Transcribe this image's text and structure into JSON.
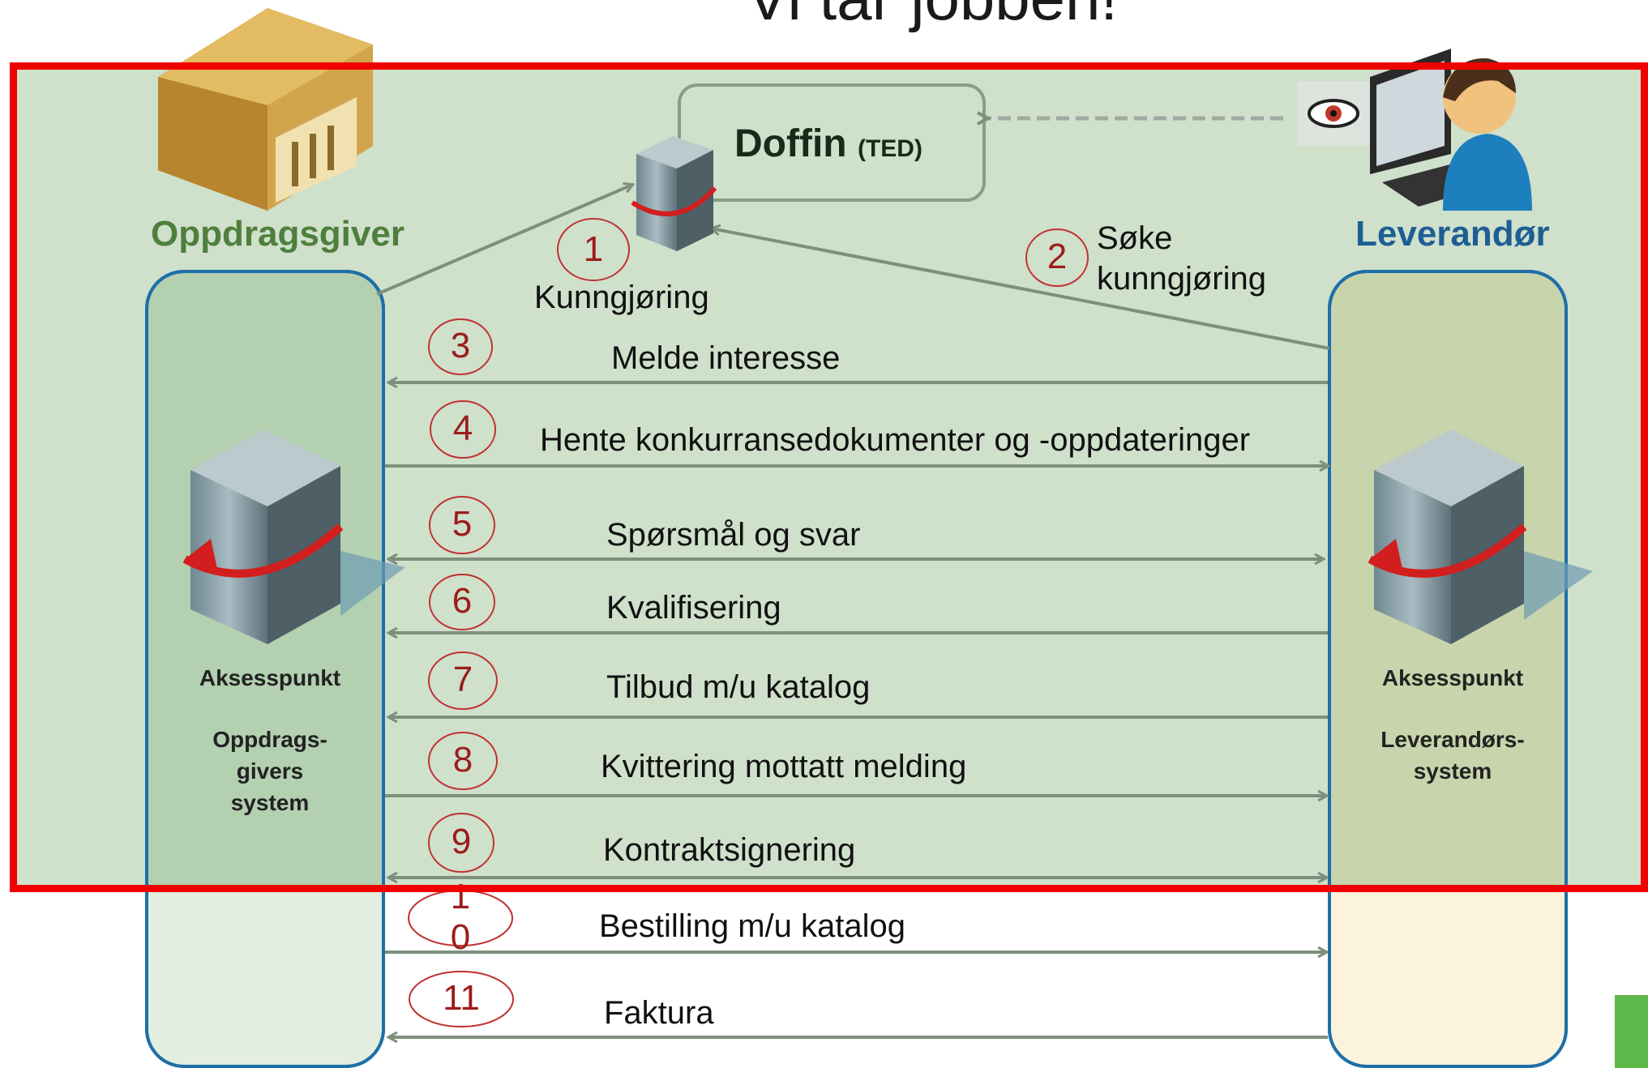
{
  "title": "Vi tar jobben!",
  "parties": {
    "left": "Oppdragsgiver",
    "right": "Leverandør"
  },
  "left_column": {
    "access_point": "Aksesspunkt",
    "system_lines": [
      "Oppdrags-",
      "givers",
      "system"
    ]
  },
  "right_column": {
    "access_point": "Aksesspunkt",
    "system_lines": [
      "Leverandørs-",
      "system"
    ]
  },
  "doffin": {
    "name": "Doffin",
    "sub": "(TED)"
  },
  "steps": [
    {
      "num": "1",
      "label": "Kunngjøring",
      "direction": "left-to-doffin"
    },
    {
      "num": "2",
      "label": "Søke",
      "label2": "kunngjøring",
      "direction": "right-to-doffin"
    },
    {
      "num": "3",
      "label": "Melde interesse",
      "direction": "right-to-left"
    },
    {
      "num": "4",
      "label": "Hente konkurransedokumenter og -oppdateringer",
      "direction": "left-to-right"
    },
    {
      "num": "5",
      "label": "Spørsmål og svar",
      "direction": "both"
    },
    {
      "num": "6",
      "label": "Kvalifisering",
      "direction": "right-to-left"
    },
    {
      "num": "7",
      "label": "Tilbud m/u katalog",
      "direction": "right-to-left"
    },
    {
      "num": "8",
      "label": "Kvittering mottatt melding",
      "direction": "left-to-right"
    },
    {
      "num": "9",
      "label": "Kontraktsignering",
      "direction": "both"
    },
    {
      "num_top": "1",
      "num_bottom": "0",
      "label": "Bestilling m/u katalog",
      "direction": "left-to-right"
    },
    {
      "num": "11",
      "label": "Faktura",
      "direction": "right-to-left"
    }
  ],
  "colors": {
    "highlight_frame": "#f00000",
    "number_red": "#9b1c1c",
    "column_border": "#1e6fa8",
    "arrow_gray": "#7f8f7d",
    "oppdragsgiver_green": "#4e7f3c",
    "leverandor_blue": "#1e5e94"
  },
  "icons": [
    "building-icon",
    "server-icon",
    "eye-icon",
    "user-computer-icon"
  ]
}
